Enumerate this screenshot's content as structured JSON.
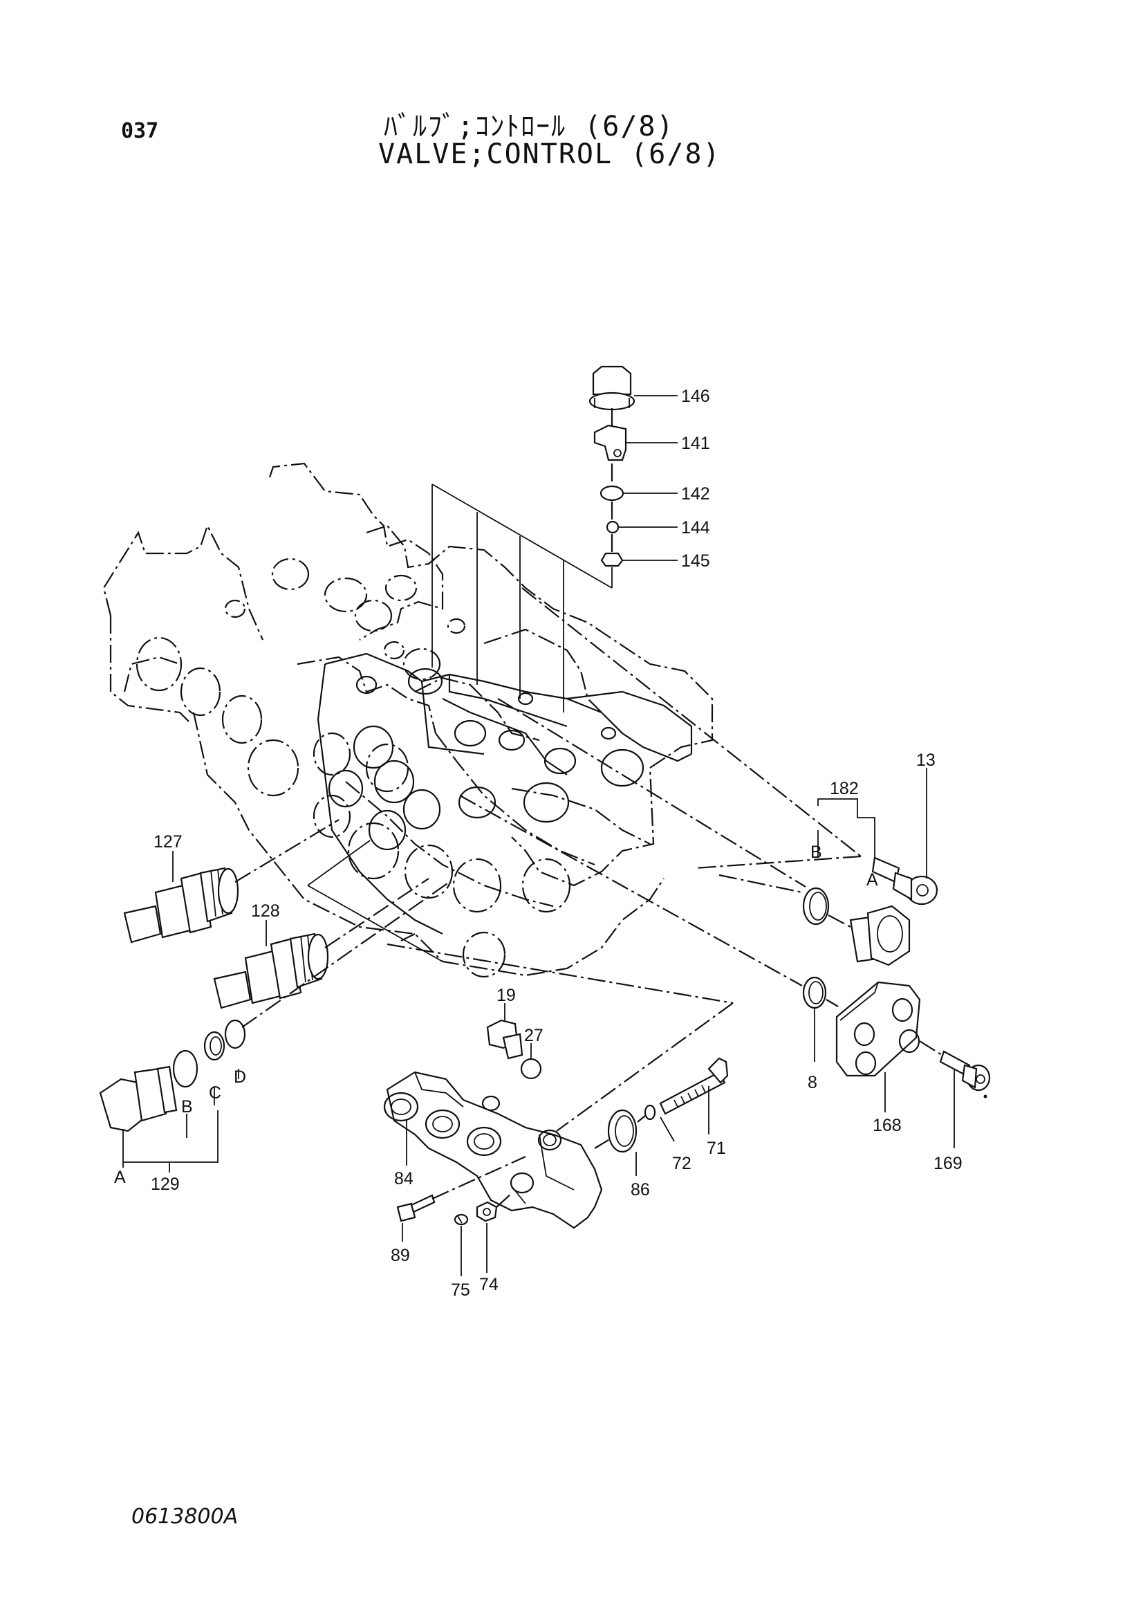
{
  "header": {
    "page_number": "037",
    "title_jp": "ﾊﾞﾙﾌﾞ;ｺﾝﾄﾛｰﾙ (6/8)",
    "title_en": "VALVE;CONTROL (6/8)"
  },
  "footer": {
    "drawing_number": "0613800A"
  },
  "callouts": {
    "p146": "146",
    "p141": "141",
    "p142": "142",
    "p144": "144",
    "p145": "145",
    "p13": "13",
    "p182": "182",
    "p127": "127",
    "p128": "128",
    "p129": "129",
    "p19": "19",
    "p27": "27",
    "p8": "8",
    "p168": "168",
    "p169": "169",
    "p71": "71",
    "p72": "72",
    "p86": "86",
    "p84": "84",
    "p89": "89",
    "p75": "75",
    "p74": "74"
  },
  "letters": {
    "a1": "A",
    "b1": "B",
    "c1": "C",
    "d1": "D",
    "a2": "A",
    "b2": "B"
  }
}
